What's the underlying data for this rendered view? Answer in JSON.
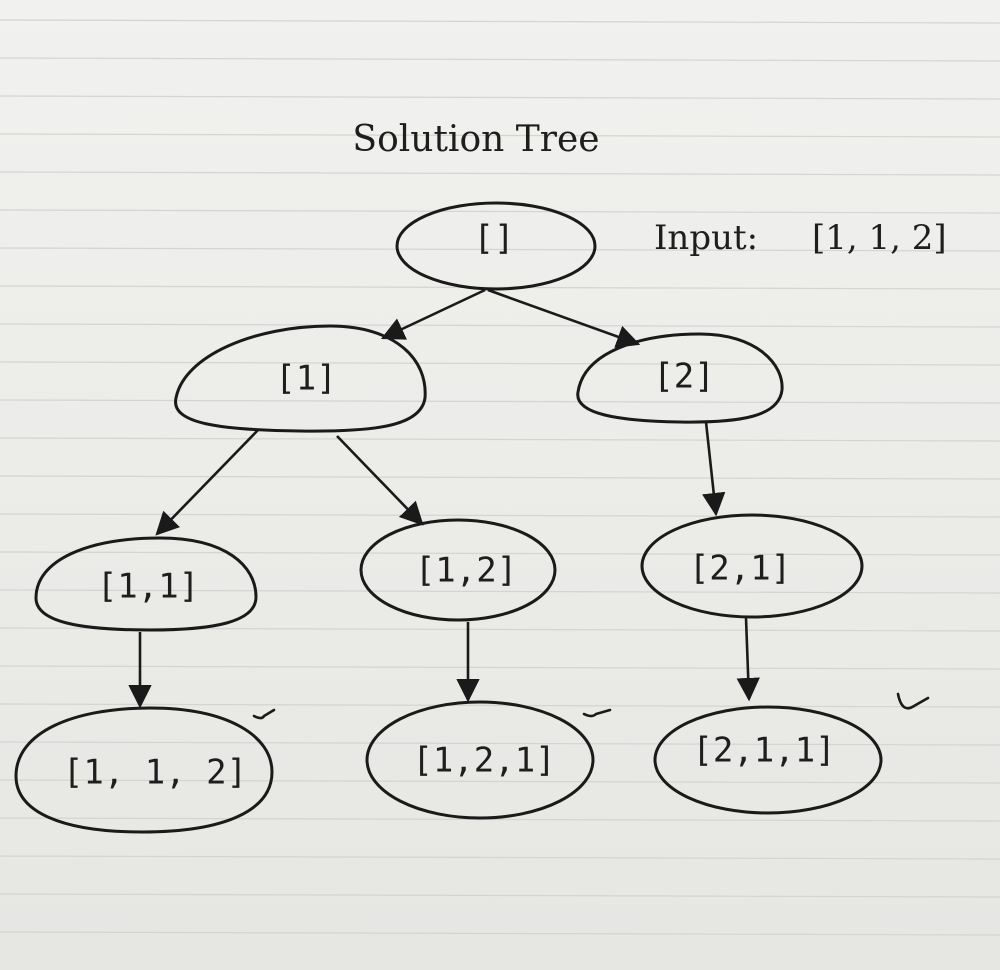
{
  "title": "Solution Tree",
  "input_label": "Input:",
  "input_value": "[1, 1, 2]",
  "nodes": {
    "root": "[]",
    "n1": "[1]",
    "n2": "[2]",
    "n11": "[1,1]",
    "n12": "[1,2]",
    "n21": "[2,1]",
    "n112": "[1, 1, 2]",
    "n121": "[1,2,1]",
    "n211": "[2,1,1]"
  },
  "colors": {
    "ink": "#1a1a1a",
    "paper": "#ececea",
    "rule": "#d4d4d2"
  }
}
